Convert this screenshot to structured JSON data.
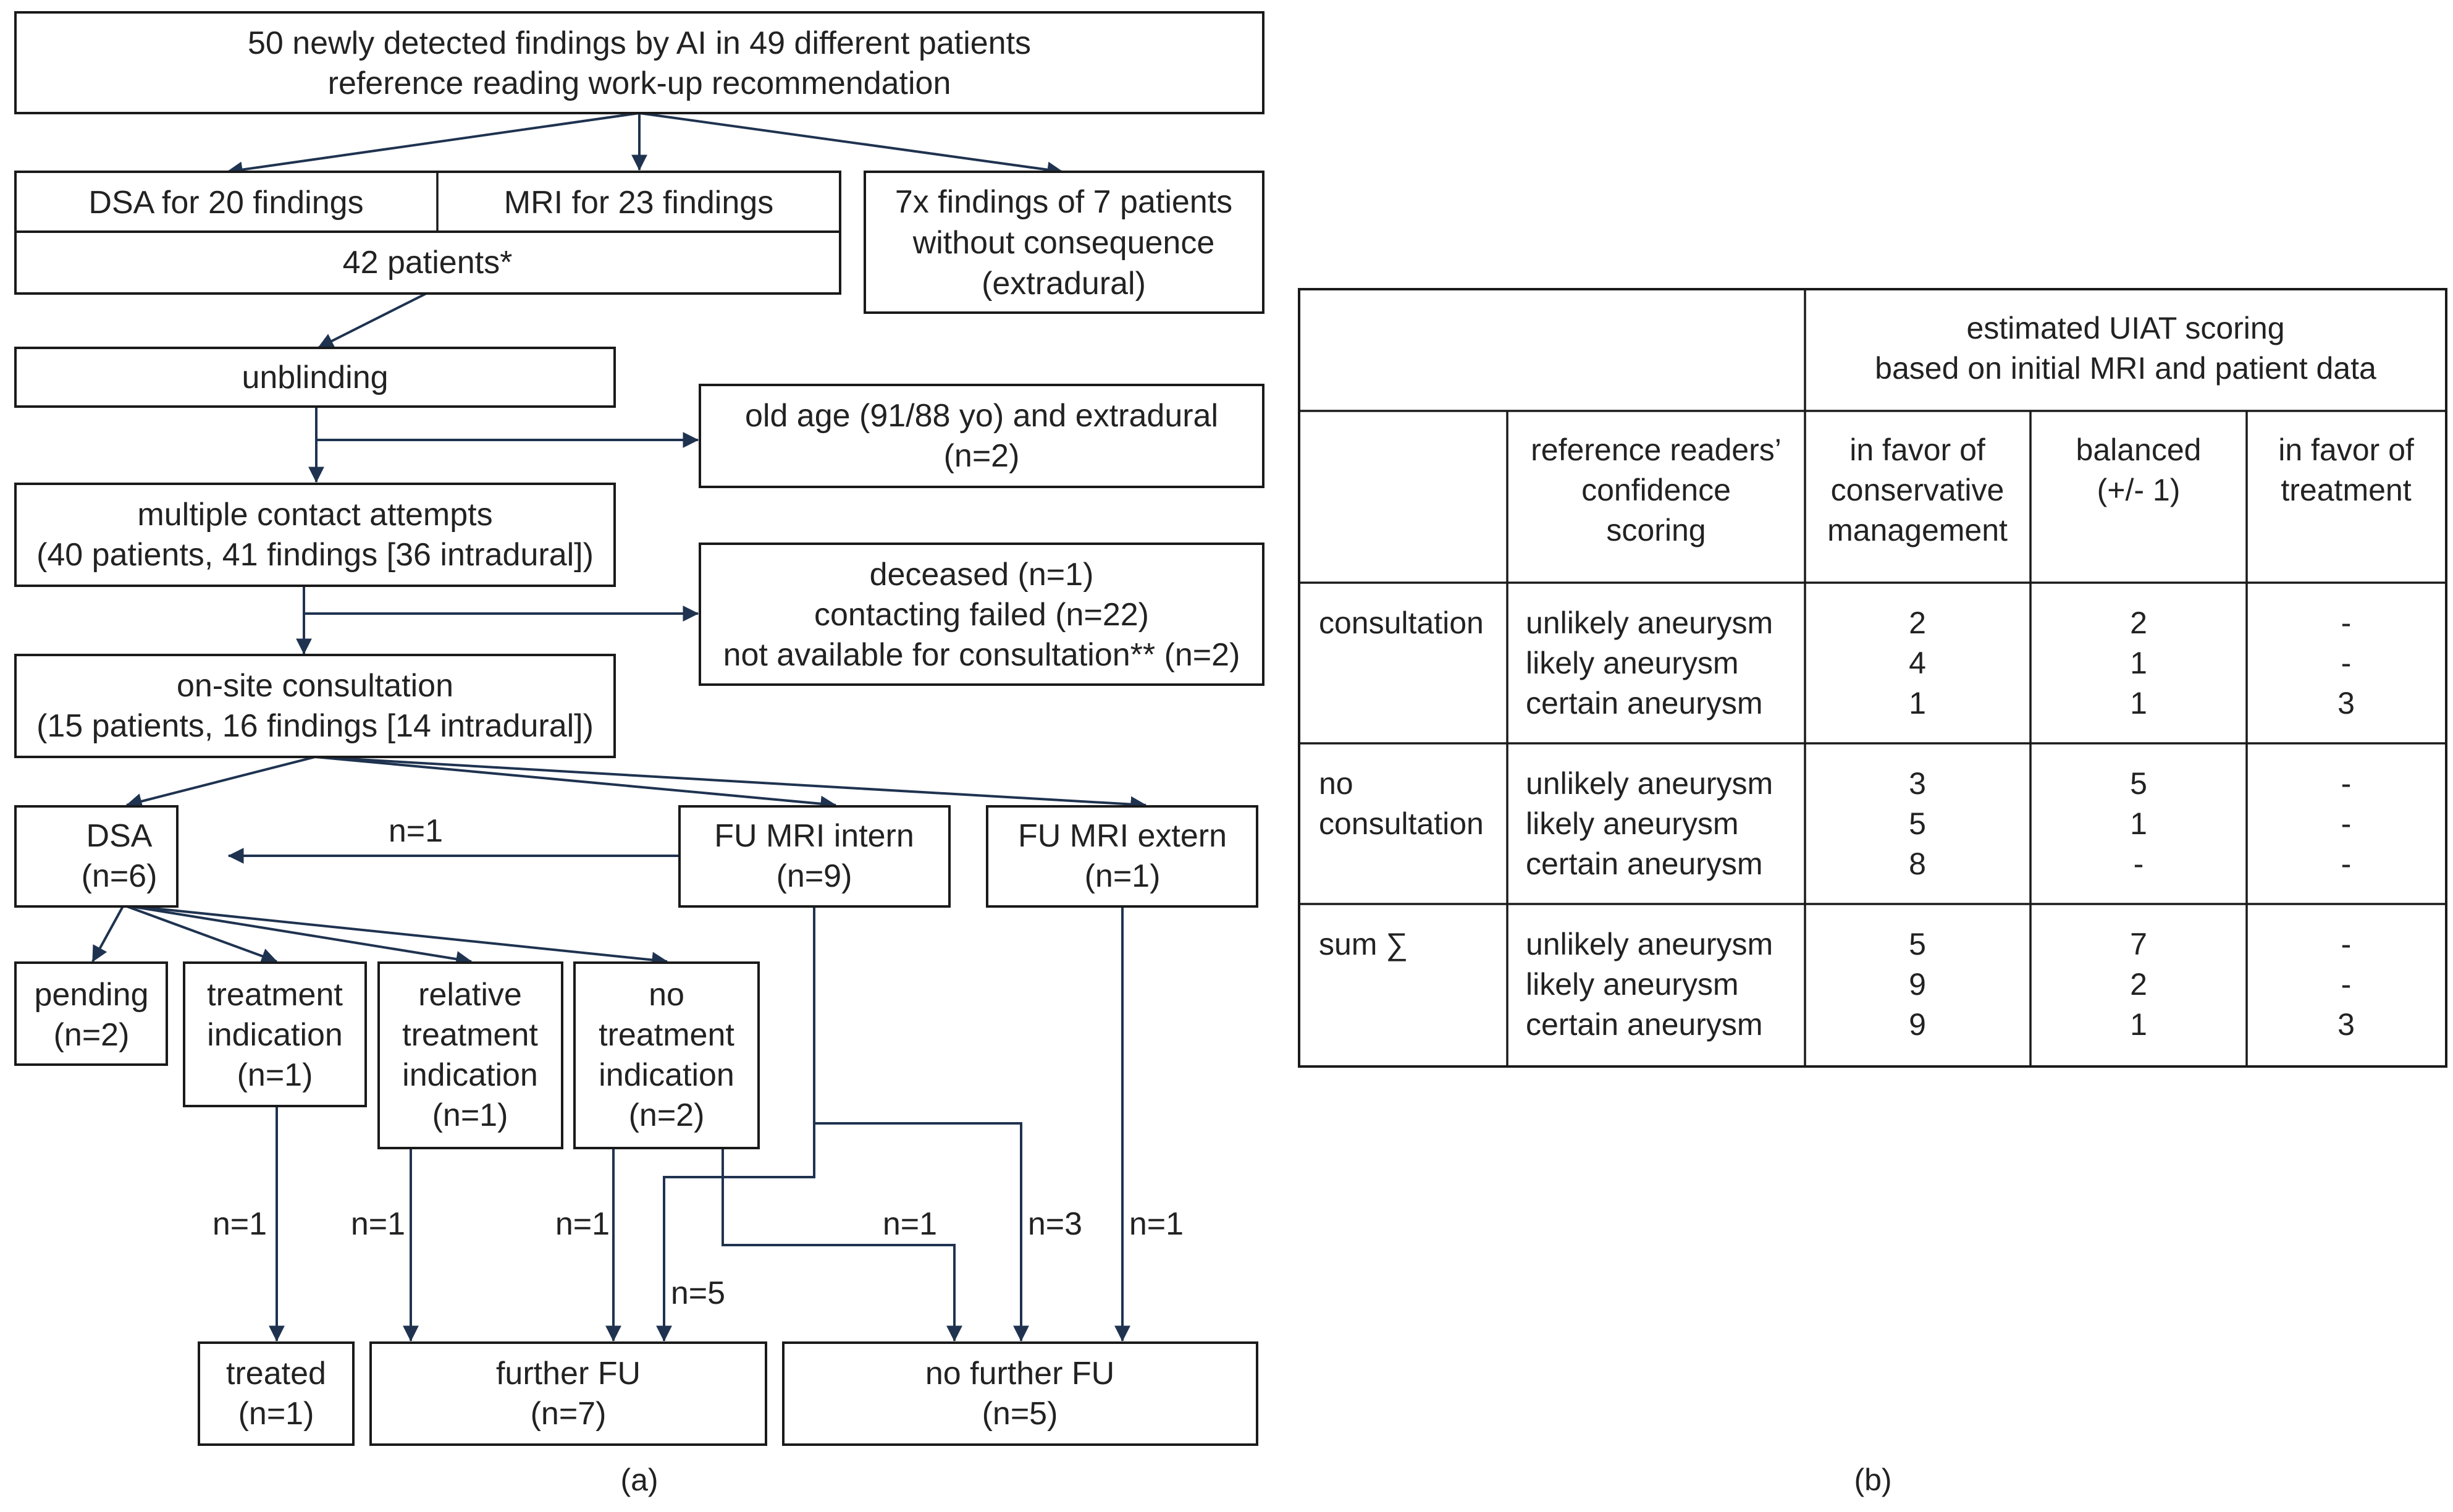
{
  "flowchart": {
    "top_box": {
      "line1": "50 newly detected findings by AI in 49 different patients",
      "line2": "reference reading work-up recommendation"
    },
    "dsa_findings": "DSA for 20 findings",
    "mri_findings": "MRI for 23 findings",
    "patients_42": "42 patients*",
    "without_consequence": {
      "line1": "7x findings of 7 patients",
      "line2": "without consequence",
      "line3": "(extradural)"
    },
    "unblinding": "unblinding",
    "old_age": {
      "line1": "old age (91/88 yo) and extradural",
      "line2": "(n=2)"
    },
    "contact_attempts": {
      "line1": "multiple contact attempts",
      "line2": "(40 patients, 41 findings [36 intradural])"
    },
    "excluded": {
      "line1": "deceased (n=1)",
      "line2": "contacting failed (n=22)",
      "line3": "not available for consultation** (n=2)"
    },
    "consultation": {
      "line1": "on-site consultation",
      "line2": "(15 patients, 16 findings [14 intradural])"
    },
    "dsa": {
      "line1": "DSA",
      "line2": "(n=6)"
    },
    "fu_mri_intern": {
      "line1": "FU MRI intern",
      "line2": "(n=9)"
    },
    "fu_mri_extern": {
      "line1": "FU MRI extern",
      "line2": "(n=1)"
    },
    "pending": {
      "line1": "pending",
      "line2": "(n=2)"
    },
    "treatment_indication": {
      "line1": "treatment",
      "line2": "indication",
      "line3": "(n=1)"
    },
    "relative_treatment": {
      "line1": "relative",
      "line2": "treatment",
      "line3": "indication",
      "line4": "(n=1)"
    },
    "no_treatment": {
      "line1": "no",
      "line2": "treatment",
      "line3": "indication",
      "line4": "(n=2)"
    },
    "treated": {
      "line1": "treated",
      "line2": "(n=1)"
    },
    "further_fu": {
      "line1": "further FU",
      "line2": "(n=7)"
    },
    "no_further_fu": {
      "line1": "no further FU",
      "line2": "(n=5)"
    },
    "edge_labels": {
      "intern_to_dsa": "n=1",
      "treatment_to_treated": "n=1",
      "relative_to_further": "n=1",
      "no_treatment_to_further": "n=1",
      "intern_to_further": "n=5",
      "no_treatment_to_no_further": "n=1",
      "intern_to_no_further": "n=3",
      "extern_to_no_further": "n=1"
    },
    "caption": "(a)"
  },
  "table": {
    "header_top": {
      "line1": "estimated UIAT scoring",
      "line2": "based on initial MRI and patient data"
    },
    "col_confidence": {
      "line1": "reference readers’",
      "line2": "confidence",
      "line3": "scoring"
    },
    "col_conservative": {
      "line1": "in favor of",
      "line2": "conservative",
      "line3": "management"
    },
    "col_balanced": {
      "line1": "balanced",
      "line2": "(+/- 1)"
    },
    "col_treatment": {
      "line1": "in favor of",
      "line2": "treatment"
    },
    "groups": [
      {
        "label_line1": "consultation",
        "label_line2": "",
        "rows": [
          {
            "label": "unlikely aneurysm",
            "conservative": "2",
            "balanced": "2",
            "treatment": "-"
          },
          {
            "label": "likely aneurysm",
            "conservative": "4",
            "balanced": "1",
            "treatment": "-"
          },
          {
            "label": "certain aneurysm",
            "conservative": "1",
            "balanced": "1",
            "treatment": "3"
          }
        ]
      },
      {
        "label_line1": "no",
        "label_line2": "consultation",
        "rows": [
          {
            "label": "unlikely aneurysm",
            "conservative": "3",
            "balanced": "5",
            "treatment": "-"
          },
          {
            "label": "likely aneurysm",
            "conservative": "5",
            "balanced": "1",
            "treatment": "-"
          },
          {
            "label": "certain aneurysm",
            "conservative": "8",
            "balanced": "-",
            "treatment": "-"
          }
        ]
      },
      {
        "label_line1": "sum ∑",
        "label_line2": "",
        "rows": [
          {
            "label": "unlikely aneurysm",
            "conservative": "5",
            "balanced": "7",
            "treatment": "-"
          },
          {
            "label": "likely aneurysm",
            "conservative": "9",
            "balanced": "2",
            "treatment": "-"
          },
          {
            "label": "certain aneurysm",
            "conservative": "9",
            "balanced": "1",
            "treatment": "3"
          }
        ]
      }
    ],
    "caption": "(b)"
  }
}
